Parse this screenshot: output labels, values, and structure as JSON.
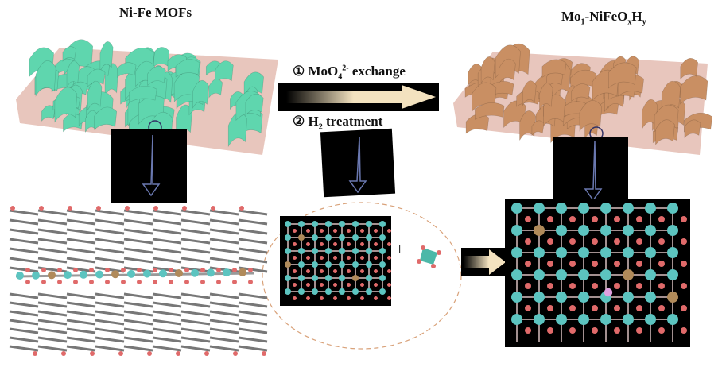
{
  "left_title": "Ni-Fe MOFs",
  "right_title": {
    "base": "Mo",
    "sub1": "1",
    "mid": "-NiFeO",
    "sub2": "x",
    "mid2": "H",
    "sub3": "y"
  },
  "step1": {
    "marker": "①",
    "formula": "MoO",
    "sub": "4",
    "sup": "2-",
    "text": " exchange"
  },
  "step2": {
    "marker": "②",
    "formula": "H",
    "sub": "2",
    "text": " treatment"
  },
  "plus": "+",
  "colors": {
    "mof_sheet": "#5fd6ae",
    "product_sheet": "#c98f63",
    "substrate": "#e8c6bd",
    "ni_fe_atom": "#5cc4c0",
    "mo_atom": "#b08a5a",
    "o_atom": "#e06a6a",
    "h_atom": "#e0a0e0",
    "arrow": "#f3e2bf"
  }
}
